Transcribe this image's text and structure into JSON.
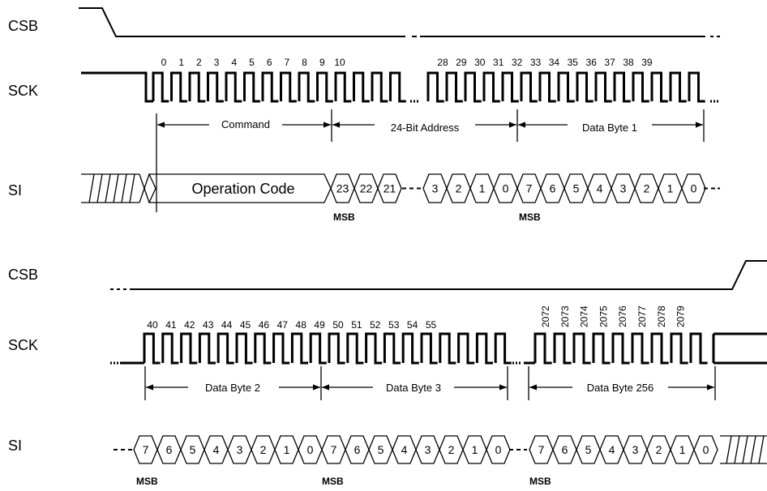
{
  "top": {
    "signals": {
      "csb": "CSB",
      "sck": "SCK",
      "si": "SI"
    },
    "clock_numbers_a": [
      "0",
      "1",
      "2",
      "3",
      "4",
      "5",
      "6",
      "7",
      "8",
      "9",
      "10"
    ],
    "clock_numbers_b": [
      "28",
      "29",
      "30",
      "31",
      "32",
      "33",
      "34",
      "35",
      "36",
      "37",
      "38",
      "39"
    ],
    "spans": {
      "command": "Command",
      "address": "24-Bit Address",
      "data_byte_1": "Data Byte 1"
    },
    "opcode": "Operation Code",
    "addr_bits_a": [
      "23",
      "22",
      "21"
    ],
    "addr_bits_b": [
      "3",
      "2",
      "1",
      "0"
    ],
    "data_bits": [
      "7",
      "6",
      "5",
      "4",
      "3",
      "2",
      "1",
      "0"
    ],
    "msb": "MSB"
  },
  "bottom": {
    "signals": {
      "csb": "CSB",
      "sck": "SCK",
      "si": "SI"
    },
    "clock_numbers_a": [
      "40",
      "41",
      "42",
      "43",
      "44",
      "45",
      "46",
      "47",
      "48",
      "49",
      "50",
      "51",
      "52",
      "53",
      "54",
      "55"
    ],
    "clock_numbers_b": [
      "2072",
      "2073",
      "2074",
      "2075",
      "2076",
      "2077",
      "2078",
      "2079"
    ],
    "spans": {
      "data_byte_2": "Data Byte 2",
      "data_byte_3": "Data Byte 3",
      "data_byte_256": "Data Byte 256"
    },
    "data_bits": [
      "7",
      "6",
      "5",
      "4",
      "3",
      "2",
      "1",
      "0"
    ],
    "msb": "MSB"
  }
}
